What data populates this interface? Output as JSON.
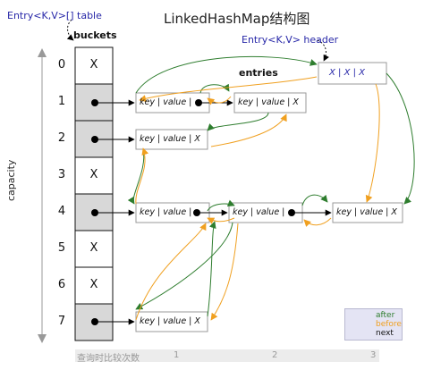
{
  "title": "LinkedHashMap结构图",
  "labels": {
    "table": "Entry<K,V>[] table",
    "header": "Entry<K,V> header",
    "buckets": "buckets",
    "entries": "entries",
    "capacity": "capacity"
  },
  "buckets": [
    {
      "index": "0",
      "content": "X"
    },
    {
      "index": "1",
      "content": ""
    },
    {
      "index": "2",
      "content": ""
    },
    {
      "index": "3",
      "content": "X"
    },
    {
      "index": "4",
      "content": ""
    },
    {
      "index": "5",
      "content": "X"
    },
    {
      "index": "6",
      "content": "X"
    },
    {
      "index": "7",
      "content": ""
    }
  ],
  "entries": {
    "header_text": "X   |   X   |   X",
    "entry_1a": "key | value |",
    "entry_1b": "key | value |  X",
    "entry_2a": "key | value |  X",
    "entry_4a": "key | value |",
    "entry_4b": "key | value |",
    "entry_4c": "key | value |  X",
    "entry_7a": "key | value |  X"
  },
  "legend": {
    "after": "after",
    "before": "before",
    "next": "next",
    "after_color": "#2e7d2e",
    "before_color": "#f0a020",
    "next_color": "#000000"
  },
  "footer": {
    "label": "查询时比较次数",
    "ticks": [
      "1",
      "2",
      "3"
    ]
  }
}
